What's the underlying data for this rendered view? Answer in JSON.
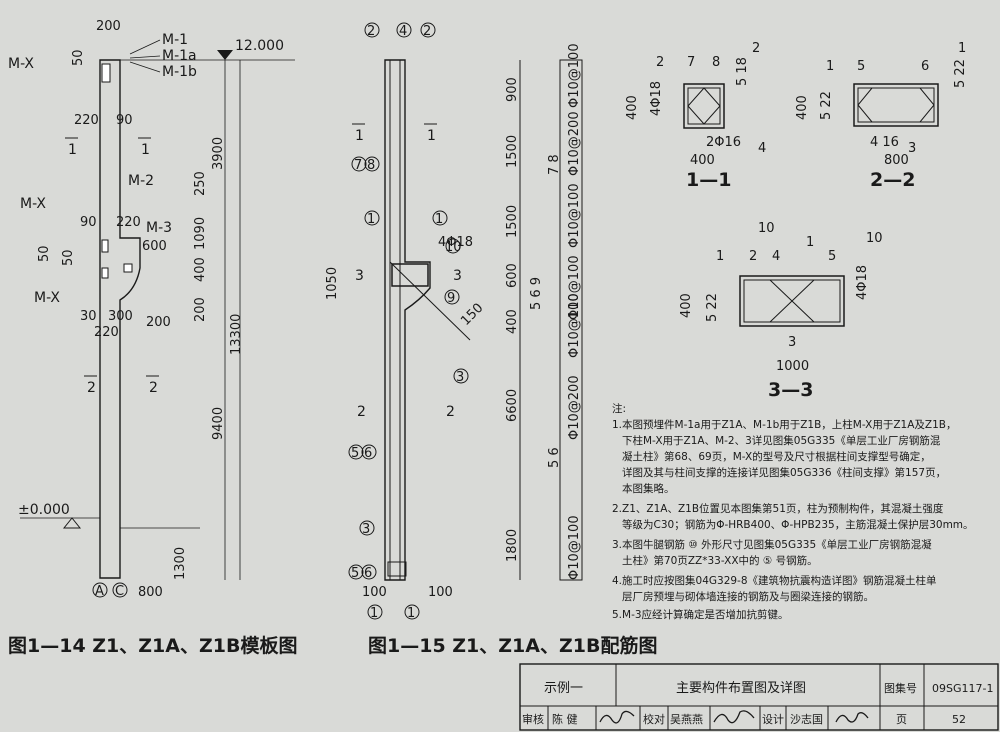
{
  "formwork": {
    "elev_top": "12.000",
    "elev_zero": "±0.000",
    "embeds": [
      "M-X",
      "M-1",
      "M-1a",
      "M-1b",
      "M-2",
      "M-3",
      "M-X",
      "M-X"
    ],
    "dims": [
      "200",
      "50",
      "220",
      "90",
      "250",
      "3900",
      "90",
      "220",
      "1090",
      "50",
      "50",
      "400",
      "600",
      "200",
      "30",
      "300",
      "220",
      "200",
      "13300",
      "9400",
      "1300",
      "800"
    ],
    "sections": [
      "1",
      "1",
      "2",
      "2"
    ],
    "axes": [
      "A",
      "C"
    ],
    "caption": "图1—14 Z1、Z1A、Z1B模板图"
  },
  "rebar": {
    "bar_marks": [
      "2",
      "4",
      "2",
      "7",
      "8",
      "1",
      "1",
      "4Φ18",
      "10",
      "9",
      "3",
      "3",
      "5",
      "6",
      "3",
      "5",
      "6",
      "1",
      "1"
    ],
    "dims": [
      "1050",
      "150",
      "100",
      "100"
    ],
    "vert_dims": [
      "900",
      "1500",
      "1500",
      "600",
      "400",
      "6600",
      "1800"
    ],
    "stirrups": [
      "Φ10@100",
      "Φ10@200",
      "Φ10@100",
      "Φ10@100",
      "Φ10@100",
      "Φ10@200",
      "Φ10@100"
    ],
    "stirrup_groups": [
      "7 8",
      "5 6 9",
      "5 6"
    ],
    "sections": [
      "3",
      "3",
      "1",
      "1",
      "2",
      "2"
    ],
    "caption": "图1—15 Z1、Z1A、Z1B配筋图"
  },
  "section_views": {
    "s11": {
      "title": "1—1",
      "width": "400",
      "height": "400",
      "labels": [
        "2",
        "7",
        "8",
        "2",
        "4Φ18",
        "5 18",
        "2Φ16",
        "4"
      ]
    },
    "s22": {
      "title": "2—2",
      "width": "800",
      "height": "400",
      "labels": [
        "1",
        "5",
        "6",
        "1",
        "5 22",
        "5 22",
        "4 16",
        "3"
      ]
    },
    "s33": {
      "title": "3—3",
      "width": "1000",
      "height": "400",
      "labels": [
        "10",
        "1",
        "2",
        "4",
        "1",
        "5",
        "10",
        "4Φ18",
        "5 22",
        "3"
      ]
    }
  },
  "notes": {
    "heading": "注:",
    "items": [
      "1.本图预埋件M-1a用于Z1A、M-1b用于Z1B，上柱M-X用于Z1A及Z1B，",
      "下柱M-X用于Z1A、M-2、3详见图集05G335《单层工业厂房钢筋混",
      "凝土柱》第68、69页，M-X的型号及尺寸根据柱间支撑型号确定，",
      "详图及其与柱间支撑的连接详见图集05G336《柱间支撑》第157页，",
      "本图集略。",
      "2.Z1、Z1A、Z1B位置见本图集第51页，柱为预制构件，其混凝土强度",
      "等级为C30；钢筋为Φ-HRB400、Φ-HPB235，主筋混凝土保护层30mm。",
      "3.本图牛腿钢筋 ⑩ 外形尺寸见图集05G335《单层工业厂房钢筋混凝",
      "土柱》第70页ZZ*33-XX中的 ⑤ 号钢筋。",
      "4.施工时应按图集04G329-8《建筑物抗震构造详图》钢筋混凝土柱单",
      "层厂房预埋与砌体墙连接的钢筋及与圈梁连接的钢筋。",
      "5.M-3应经计算确定是否增加抗剪键。"
    ]
  },
  "title_block": {
    "example": "示例一",
    "drawing_title": "主要构件布置图及详图",
    "atlas_label": "图集号",
    "atlas_no": "09SG117-1",
    "review_label": "审核",
    "review_name": "陈 健",
    "check_label": "校对",
    "check_name": "吴燕燕",
    "design_label": "设计",
    "design_name": "沙志国",
    "page_label": "页",
    "page_no": "52"
  }
}
